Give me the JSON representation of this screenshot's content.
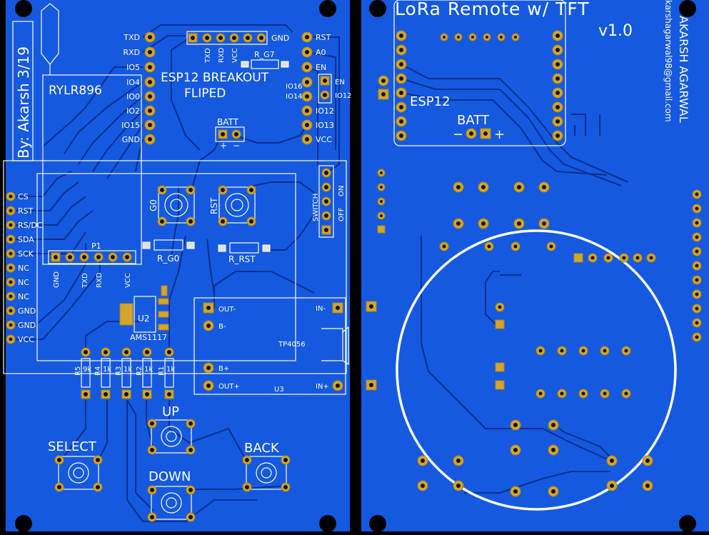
{
  "left_board": {
    "author_text": "By: Akarsh 3/19",
    "module_rylr": "RYLR896",
    "esp_breakout_line1": "ESP12 BREAKOUT",
    "esp_breakout_line2": "FLIPED",
    "batt_label": "BATT",
    "batt_plus": "+",
    "batt_minus": "−",
    "left_header_pins": [
      "TXD",
      "RXD",
      "IO5",
      "IO4",
      "IO0",
      "IO2",
      "IO15",
      "GND"
    ],
    "right_header_pins": [
      "RST",
      "A0",
      "EN",
      "IO16",
      "IO14",
      "IO12",
      "IO13",
      "VCC"
    ],
    "top_header_pins": [
      "TXD",
      "RXD",
      "VCC"
    ],
    "top_header_gnd": "GND",
    "en_io12_labels": [
      "EN",
      "IO12"
    ],
    "r_g7": "R_G7",
    "g0_label": "G0",
    "rst_label": "RST",
    "r_g0": "R_G0",
    "r_rst": "R_RST",
    "switch_label": "SWITCH",
    "switch_on": "ON",
    "switch_off": "OFF",
    "p1_label": "P1",
    "p1_pins": [
      "GND",
      "TXD",
      "RXD",
      "VCC"
    ],
    "tft_pins": [
      "CS",
      "RST",
      "RS/DC",
      "SDA",
      "SCK",
      "NC",
      "NC",
      "NC",
      "GND",
      "GND",
      "VCC"
    ],
    "u2_label": "U2",
    "ams_label": "AMS1117",
    "tp_label": "TP4056",
    "u3_label": "U3",
    "tp_out_minus": "OUT-",
    "tp_b_minus": "B-",
    "tp_b_plus": "B+",
    "tp_out_plus": "OUT+",
    "tp_in_minus": "IN-",
    "tp_in_plus": "IN+",
    "resistor_names": [
      "R5",
      "R4",
      "R3",
      "R2",
      "R1"
    ],
    "resistor_values": [
      "9k",
      "1k",
      "1k",
      "1k",
      "1k"
    ],
    "btn_up": "UP",
    "btn_select": "SELECT",
    "btn_back": "BACK",
    "btn_down": "DOWN"
  },
  "right_board": {
    "title": "LoRa Remote w/ TFT",
    "version": "v1.0",
    "author_name": "AKARSH AGARWAL",
    "email": "karshagarwal98@gmail.com",
    "esp12": "ESP12",
    "batt_label": "BATT",
    "batt_minus": "−",
    "batt_plus": "+"
  },
  "colors": {
    "board": "#1459e0",
    "silkscreen": "#ffffff",
    "pad": "#d4a52b",
    "background": "#000000"
  }
}
